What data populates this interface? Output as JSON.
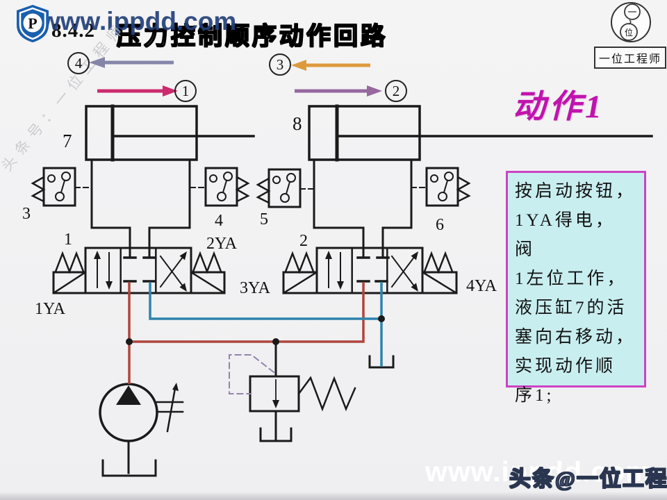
{
  "slide": {
    "section_number": "8.4.2",
    "title": "压力控制顺序动作回路",
    "action_label": "动作1"
  },
  "watermarks": {
    "top": "www.ippdd.com",
    "bottom": "www.ippdd.com",
    "bottom_byline": "头条@一位工程师",
    "side_diagonal": "头条号：一位工程师"
  },
  "brand": {
    "shield_letter": "P",
    "badge_top_char": "一",
    "badge_bottom_char": "位",
    "badge_label": "一位工程师"
  },
  "note_box": {
    "lines": [
      "按启动按钮，",
      "1YA得电， 阀",
      "1左位工作，",
      "液压缸7的活",
      "塞向右移动，",
      "实现动作顺",
      "序1;"
    ]
  },
  "steps": {
    "s1": "1",
    "s2": "2",
    "s3": "3",
    "s4": "4"
  },
  "labels": {
    "cylinder_left": "7",
    "cylinder_right": "8",
    "switch_left_outer": "3",
    "switch_left_inner": "4",
    "switch_right_inner": "5",
    "switch_right_outer": "6",
    "valve_left": "1",
    "valve_right": "2",
    "sol_1ya": "1YA",
    "sol_2ya": "2YA",
    "sol_3ya": "3YA",
    "sol_4ya": "4YA"
  },
  "colors": {
    "pressure_line": "#b0453c",
    "return_line": "#2e84ad",
    "pilot_dash": "#9283ad",
    "step1_arrow": "#cc2a6e",
    "step2_arrow": "#96689e",
    "step3_arrow": "#dd9a3d",
    "step4_arrow": "#8585a8",
    "action_text": "#c013ad",
    "note_border": "#cb43c3",
    "note_bg": "#c9eef0",
    "brand_blue": "#1a5fae",
    "watermark_navy": "#23407a"
  }
}
